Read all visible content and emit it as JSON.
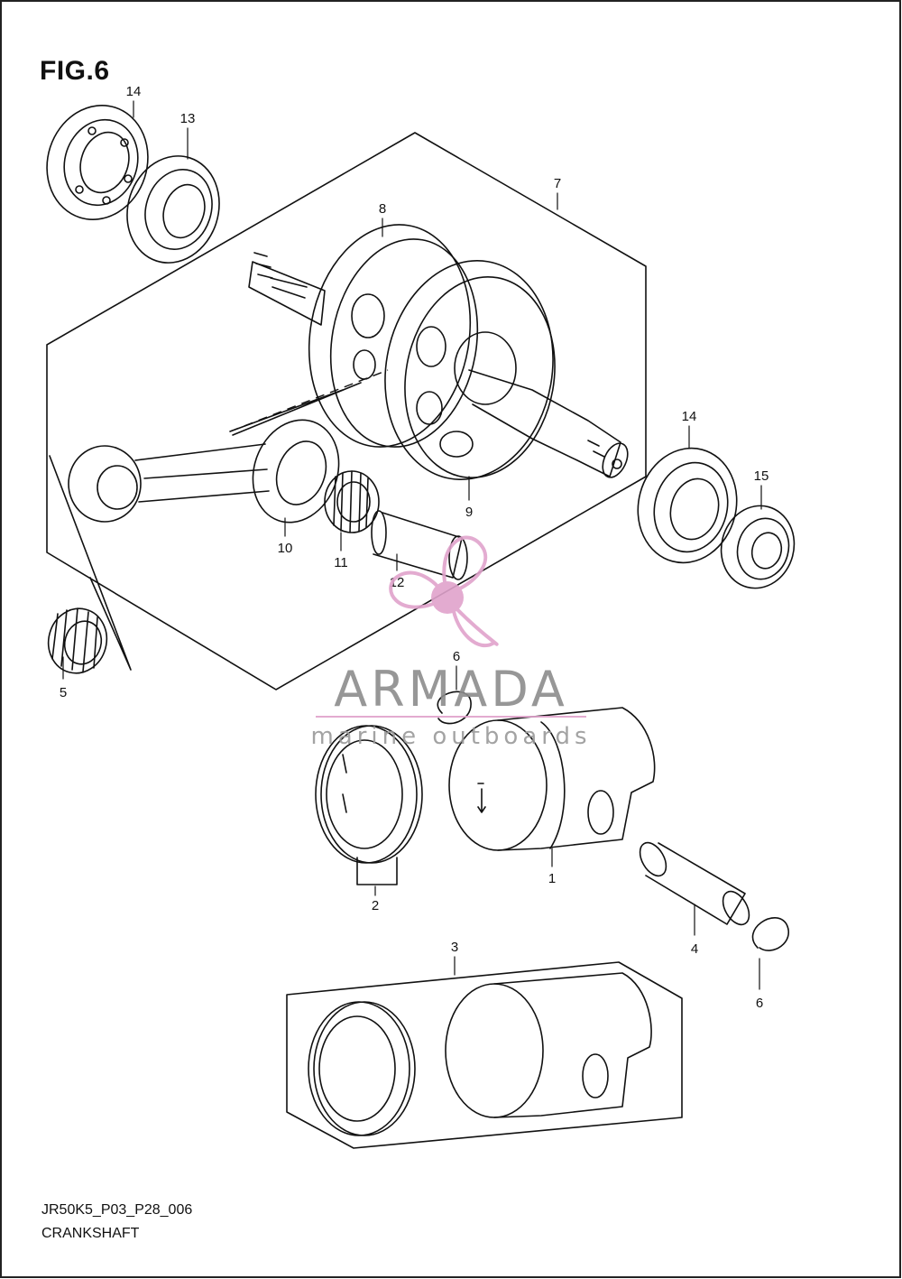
{
  "figure_title": "FIG.6",
  "footer": {
    "code": "JR50K5_P03_P28_006",
    "section": "CRANKSHAFT"
  },
  "watermark": {
    "brand": "ARMADA",
    "tagline": "marine outboards",
    "brand_color": "#8c8c8c",
    "accent_color": "#e0a3cc"
  },
  "callouts": {
    "c1": "1",
    "c2": "2",
    "c3": "3",
    "c4": "4",
    "c5": "5",
    "c6a": "6",
    "c6b": "6",
    "c7": "7",
    "c8": "8",
    "c9": "9",
    "c10": "10",
    "c11": "11",
    "c12": "12",
    "c13": "13",
    "c14a": "14",
    "c14b": "14",
    "c15": "15"
  }
}
